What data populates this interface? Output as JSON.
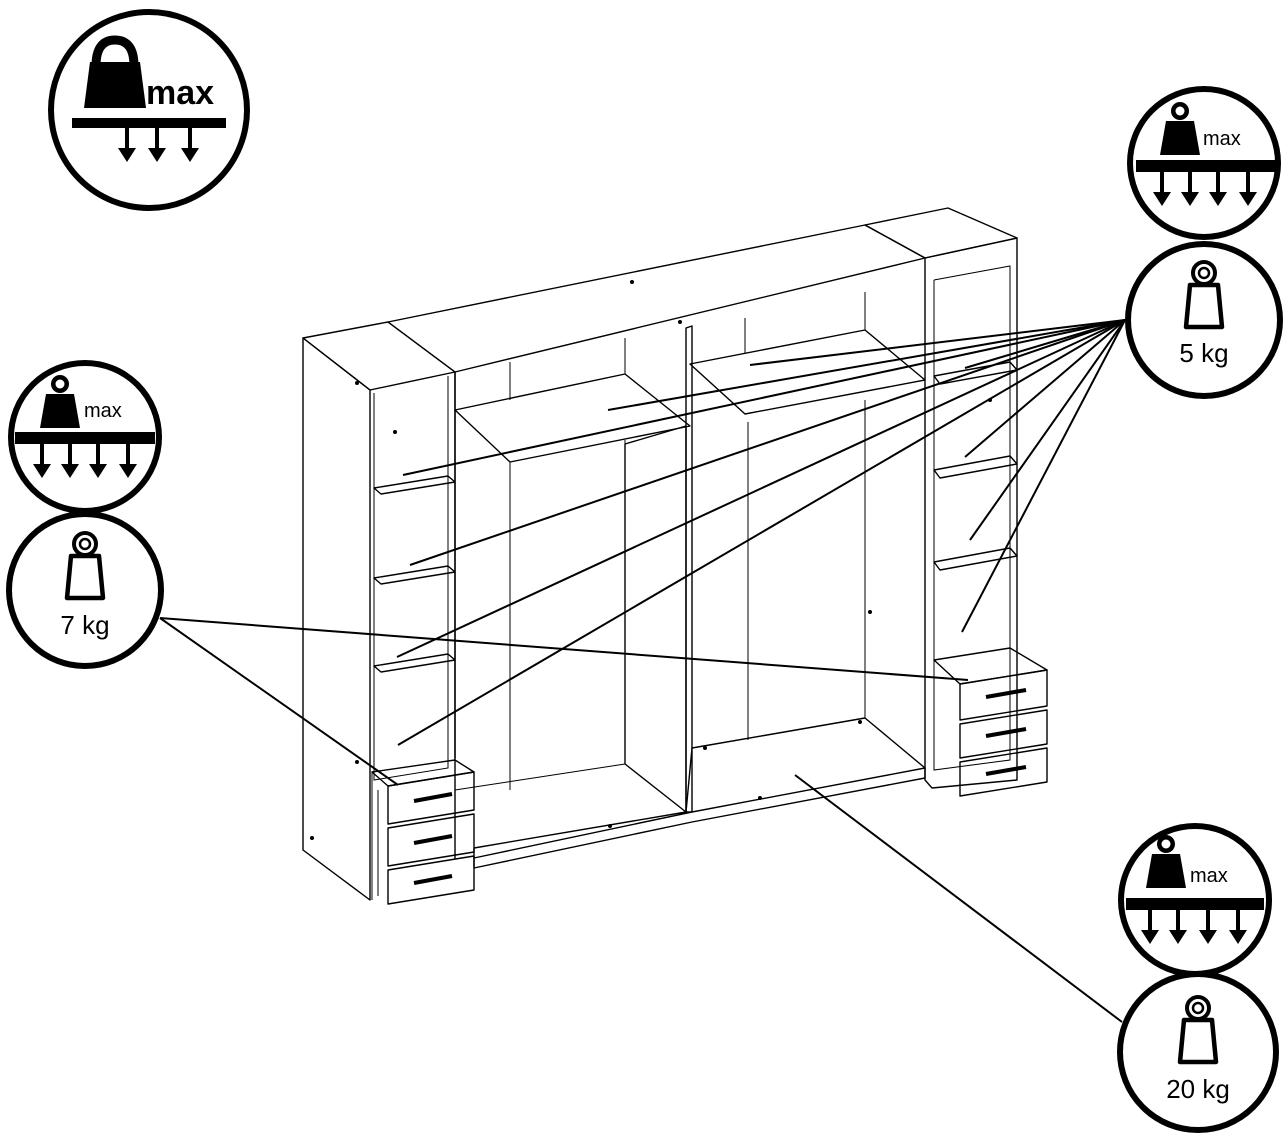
{
  "title_badge": {
    "label": "max"
  },
  "load_groups": [
    {
      "id": "shelf",
      "badge_label": "max",
      "weight_label": "5 kg"
    },
    {
      "id": "drawer",
      "badge_label": "max",
      "weight_label": "7 kg"
    },
    {
      "id": "bottom",
      "badge_label": "max",
      "weight_label": "20 kg"
    }
  ]
}
